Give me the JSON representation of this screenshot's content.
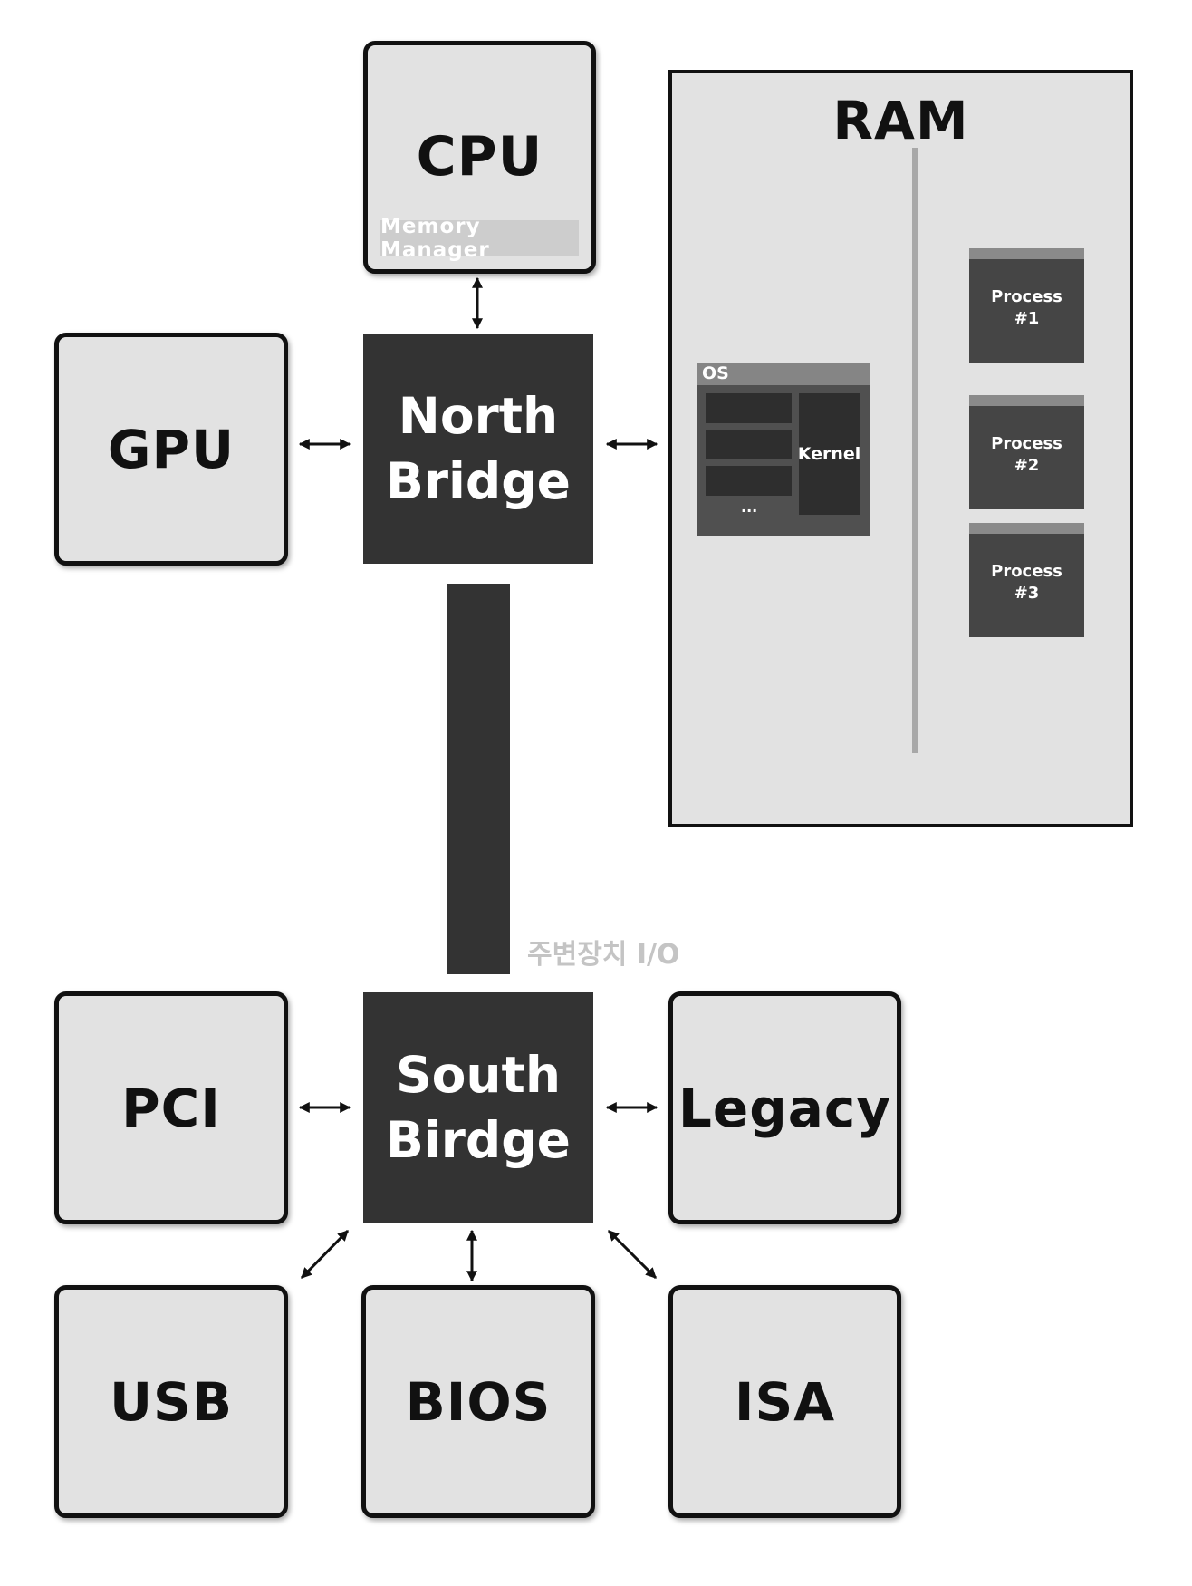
{
  "cpu": {
    "label": "CPU",
    "memory_manager": "Memory Manager"
  },
  "gpu": {
    "label": "GPU"
  },
  "north_bridge": {
    "line1": "North",
    "line2": "Bridge"
  },
  "south_bridge": {
    "line1": "South",
    "line2": "Birdge"
  },
  "ram": {
    "label": "RAM",
    "os": {
      "label": "OS",
      "kernel": "Kernel",
      "more": "..."
    },
    "processes": [
      {
        "label": "Process\n#1"
      },
      {
        "label": "Process\n#2"
      },
      {
        "label": "Process\n#3"
      }
    ]
  },
  "io_label": "주변장치 I/O",
  "peripherals": {
    "pci": "PCI",
    "legacy": "Legacy",
    "usb": "USB",
    "bios": "BIOS",
    "isa": "ISA"
  },
  "colors": {
    "box_fill": "#e2e2e2",
    "bridge_fill": "#333333",
    "border": "#111111"
  }
}
